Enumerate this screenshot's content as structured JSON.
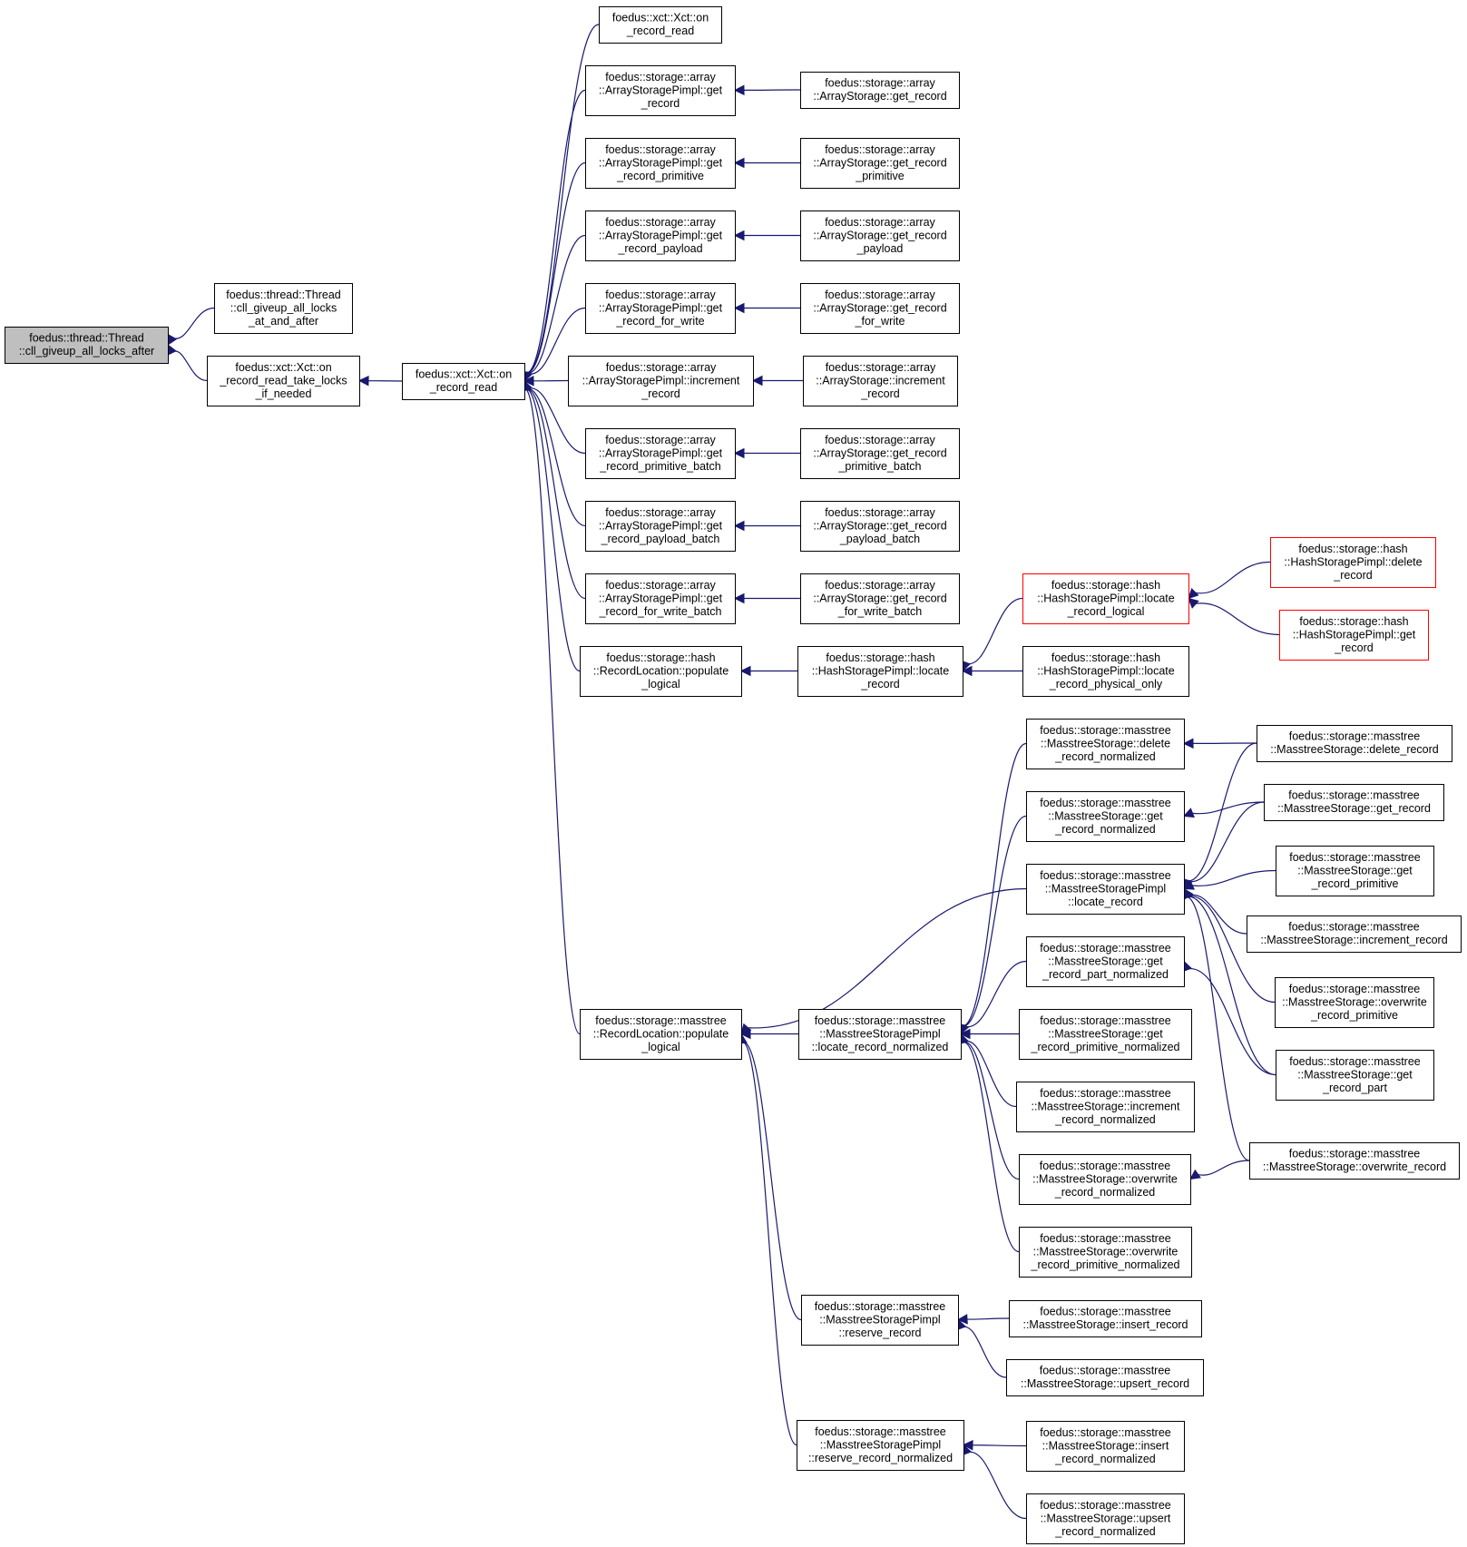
{
  "colors": {
    "edge": "#191970",
    "root_fill": "#bfbfbf",
    "red_border": "#ff0000"
  },
  "nodes": [
    {
      "id": "root",
      "lines": [
        "foedus::thread::Thread",
        "::cll_giveup_all_locks_after"
      ],
      "style": "root"
    },
    {
      "id": "cll_at_and_after",
      "lines": [
        "foedus::thread::Thread",
        "::cll_giveup_all_locks",
        "_at_and_after"
      ]
    },
    {
      "id": "on_read_take_locks",
      "lines": [
        "foedus::xct::Xct::on",
        "_record_read_take_locks",
        "_if_needed"
      ]
    },
    {
      "id": "on_record_read",
      "lines": [
        "foedus::xct::Xct::on",
        "_record_read"
      ]
    },
    {
      "id": "on_record_read2",
      "lines": [
        "foedus::xct::Xct::on",
        "_record_read"
      ]
    },
    {
      "id": "asp_get_record",
      "lines": [
        "foedus::storage::array",
        "::ArrayStoragePimpl::get",
        "_record"
      ]
    },
    {
      "id": "as_get_record",
      "lines": [
        "foedus::storage::array",
        "::ArrayStorage::get_record"
      ]
    },
    {
      "id": "asp_get_record_primitive",
      "lines": [
        "foedus::storage::array",
        "::ArrayStoragePimpl::get",
        "_record_primitive"
      ]
    },
    {
      "id": "as_get_record_primitive",
      "lines": [
        "foedus::storage::array",
        "::ArrayStorage::get_record",
        "_primitive"
      ]
    },
    {
      "id": "asp_get_record_payload",
      "lines": [
        "foedus::storage::array",
        "::ArrayStoragePimpl::get",
        "_record_payload"
      ]
    },
    {
      "id": "as_get_record_payload",
      "lines": [
        "foedus::storage::array",
        "::ArrayStorage::get_record",
        "_payload"
      ]
    },
    {
      "id": "asp_get_record_for_write",
      "lines": [
        "foedus::storage::array",
        "::ArrayStoragePimpl::get",
        "_record_for_write"
      ]
    },
    {
      "id": "as_get_record_for_write",
      "lines": [
        "foedus::storage::array",
        "::ArrayStorage::get_record",
        "_for_write"
      ]
    },
    {
      "id": "asp_increment_record",
      "lines": [
        "foedus::storage::array",
        "::ArrayStoragePimpl::increment",
        "_record"
      ]
    },
    {
      "id": "as_increment_record",
      "lines": [
        "foedus::storage::array",
        "::ArrayStorage::increment",
        "_record"
      ]
    },
    {
      "id": "asp_get_record_primitive_batch",
      "lines": [
        "foedus::storage::array",
        "::ArrayStoragePimpl::get",
        "_record_primitive_batch"
      ]
    },
    {
      "id": "as_get_record_primitive_batch",
      "lines": [
        "foedus::storage::array",
        "::ArrayStorage::get_record",
        "_primitive_batch"
      ]
    },
    {
      "id": "asp_get_record_payload_batch",
      "lines": [
        "foedus::storage::array",
        "::ArrayStoragePimpl::get",
        "_record_payload_batch"
      ]
    },
    {
      "id": "as_get_record_payload_batch",
      "lines": [
        "foedus::storage::array",
        "::ArrayStorage::get_record",
        "_payload_batch"
      ]
    },
    {
      "id": "asp_get_record_for_write_batch",
      "lines": [
        "foedus::storage::array",
        "::ArrayStoragePimpl::get",
        "_record_for_write_batch"
      ]
    },
    {
      "id": "as_get_record_for_write_batch",
      "lines": [
        "foedus::storage::array",
        "::ArrayStorage::get_record",
        "_for_write_batch"
      ]
    },
    {
      "id": "hash_rl_populate",
      "lines": [
        "foedus::storage::hash",
        "::RecordLocation::populate",
        "_logical"
      ]
    },
    {
      "id": "hsp_locate_record",
      "lines": [
        "foedus::storage::hash",
        "::HashStoragePimpl::locate",
        "_record"
      ]
    },
    {
      "id": "hsp_locate_record_logical",
      "lines": [
        "foedus::storage::hash",
        "::HashStoragePimpl::locate",
        "_record_logical"
      ],
      "style": "red"
    },
    {
      "id": "hsp_locate_record_physical_only",
      "lines": [
        "foedus::storage::hash",
        "::HashStoragePimpl::locate",
        "_record_physical_only"
      ]
    },
    {
      "id": "hsp_delete_record",
      "lines": [
        "foedus::storage::hash",
        "::HashStoragePimpl::delete",
        "_record"
      ],
      "style": "red"
    },
    {
      "id": "hsp_get_record",
      "lines": [
        "foedus::storage::hash",
        "::HashStoragePimpl::get",
        "_record"
      ],
      "style": "red"
    },
    {
      "id": "ms_rl_populate",
      "lines": [
        "foedus::storage::masstree",
        "::RecordLocation::populate",
        "_logical"
      ]
    },
    {
      "id": "msp_locate_record_normalized",
      "lines": [
        "foedus::storage::masstree",
        "::MasstreeStoragePimpl",
        "::locate_record_normalized"
      ]
    },
    {
      "id": "ms_delete_record_normalized",
      "lines": [
        "foedus::storage::masstree",
        "::MasstreeStorage::delete",
        "_record_normalized"
      ]
    },
    {
      "id": "ms_get_record_normalized",
      "lines": [
        "foedus::storage::masstree",
        "::MasstreeStorage::get",
        "_record_normalized"
      ]
    },
    {
      "id": "msp_locate_record",
      "lines": [
        "foedus::storage::masstree",
        "::MasstreeStoragePimpl",
        "::locate_record"
      ]
    },
    {
      "id": "ms_get_record_part_normalized",
      "lines": [
        "foedus::storage::masstree",
        "::MasstreeStorage::get",
        "_record_part_normalized"
      ]
    },
    {
      "id": "ms_get_record_primitive_normalized",
      "lines": [
        "foedus::storage::masstree",
        "::MasstreeStorage::get",
        "_record_primitive_normalized"
      ]
    },
    {
      "id": "ms_increment_record_normalized",
      "lines": [
        "foedus::storage::masstree",
        "::MasstreeStorage::increment",
        "_record_normalized"
      ]
    },
    {
      "id": "ms_overwrite_record_normalized",
      "lines": [
        "foedus::storage::masstree",
        "::MasstreeStorage::overwrite",
        "_record_normalized"
      ]
    },
    {
      "id": "ms_overwrite_record_primitive_normalized",
      "lines": [
        "foedus::storage::masstree",
        "::MasstreeStorage::overwrite",
        "_record_primitive_normalized"
      ]
    },
    {
      "id": "ms_delete_record",
      "lines": [
        "foedus::storage::masstree",
        "::MasstreeStorage::delete_record"
      ]
    },
    {
      "id": "ms_get_record",
      "lines": [
        "foedus::storage::masstree",
        "::MasstreeStorage::get_record"
      ]
    },
    {
      "id": "ms_get_record_primitive",
      "lines": [
        "foedus::storage::masstree",
        "::MasstreeStorage::get",
        "_record_primitive"
      ]
    },
    {
      "id": "ms_increment_record",
      "lines": [
        "foedus::storage::masstree",
        "::MasstreeStorage::increment_record"
      ]
    },
    {
      "id": "ms_overwrite_record_primitive",
      "lines": [
        "foedus::storage::masstree",
        "::MasstreeStorage::overwrite",
        "_record_primitive"
      ]
    },
    {
      "id": "ms_get_record_part",
      "lines": [
        "foedus::storage::masstree",
        "::MasstreeStorage::get",
        "_record_part"
      ]
    },
    {
      "id": "ms_overwrite_record",
      "lines": [
        "foedus::storage::masstree",
        "::MasstreeStorage::overwrite_record"
      ]
    },
    {
      "id": "msp_reserve_record",
      "lines": [
        "foedus::storage::masstree",
        "::MasstreeStoragePimpl",
        "::reserve_record"
      ]
    },
    {
      "id": "ms_insert_record",
      "lines": [
        "foedus::storage::masstree",
        "::MasstreeStorage::insert_record"
      ]
    },
    {
      "id": "ms_upsert_record",
      "lines": [
        "foedus::storage::masstree",
        "::MasstreeStorage::upsert_record"
      ]
    },
    {
      "id": "msp_reserve_record_normalized",
      "lines": [
        "foedus::storage::masstree",
        "::MasstreeStoragePimpl",
        "::reserve_record_normalized"
      ]
    },
    {
      "id": "ms_insert_record_normalized",
      "lines": [
        "foedus::storage::masstree",
        "::MasstreeStorage::insert",
        "_record_normalized"
      ]
    },
    {
      "id": "ms_upsert_record_normalized",
      "lines": [
        "foedus::storage::masstree",
        "::MasstreeStorage::upsert",
        "_record_normalized"
      ]
    }
  ],
  "edges": [
    {
      "from": "cll_at_and_after",
      "to": "root"
    },
    {
      "from": "on_read_take_locks",
      "to": "root"
    },
    {
      "from": "on_record_read",
      "to": "on_read_take_locks"
    },
    {
      "from": "on_record_read2",
      "to": "on_record_read"
    },
    {
      "from": "asp_get_record",
      "to": "on_record_read"
    },
    {
      "from": "asp_get_record_primitive",
      "to": "on_record_read"
    },
    {
      "from": "asp_get_record_payload",
      "to": "on_record_read"
    },
    {
      "from": "asp_get_record_for_write",
      "to": "on_record_read"
    },
    {
      "from": "asp_increment_record",
      "to": "on_record_read"
    },
    {
      "from": "asp_get_record_primitive_batch",
      "to": "on_record_read"
    },
    {
      "from": "asp_get_record_payload_batch",
      "to": "on_record_read"
    },
    {
      "from": "asp_get_record_for_write_batch",
      "to": "on_record_read"
    },
    {
      "from": "hash_rl_populate",
      "to": "on_record_read"
    },
    {
      "from": "ms_rl_populate",
      "to": "on_record_read"
    },
    {
      "from": "as_get_record",
      "to": "asp_get_record"
    },
    {
      "from": "as_get_record_primitive",
      "to": "asp_get_record_primitive"
    },
    {
      "from": "as_get_record_payload",
      "to": "asp_get_record_payload"
    },
    {
      "from": "as_get_record_for_write",
      "to": "asp_get_record_for_write"
    },
    {
      "from": "as_increment_record",
      "to": "asp_increment_record"
    },
    {
      "from": "as_get_record_primitive_batch",
      "to": "asp_get_record_primitive_batch"
    },
    {
      "from": "as_get_record_payload_batch",
      "to": "asp_get_record_payload_batch"
    },
    {
      "from": "as_get_record_for_write_batch",
      "to": "asp_get_record_for_write_batch"
    },
    {
      "from": "hsp_locate_record",
      "to": "hash_rl_populate"
    },
    {
      "from": "hsp_locate_record_logical",
      "to": "hsp_locate_record"
    },
    {
      "from": "hsp_locate_record_physical_only",
      "to": "hsp_locate_record"
    },
    {
      "from": "hsp_delete_record",
      "to": "hsp_locate_record_logical"
    },
    {
      "from": "hsp_get_record",
      "to": "hsp_locate_record_logical"
    },
    {
      "from": "msp_locate_record_normalized",
      "to": "ms_rl_populate"
    },
    {
      "from": "msp_locate_record",
      "to": "ms_rl_populate"
    },
    {
      "from": "msp_reserve_record",
      "to": "ms_rl_populate"
    },
    {
      "from": "msp_reserve_record_normalized",
      "to": "ms_rl_populate"
    },
    {
      "from": "ms_delete_record_normalized",
      "to": "msp_locate_record_normalized"
    },
    {
      "from": "ms_get_record_normalized",
      "to": "msp_locate_record_normalized"
    },
    {
      "from": "ms_get_record_part_normalized",
      "to": "msp_locate_record_normalized"
    },
    {
      "from": "ms_get_record_primitive_normalized",
      "to": "msp_locate_record_normalized"
    },
    {
      "from": "ms_increment_record_normalized",
      "to": "msp_locate_record_normalized"
    },
    {
      "from": "ms_overwrite_record_normalized",
      "to": "msp_locate_record_normalized"
    },
    {
      "from": "ms_overwrite_record_primitive_normalized",
      "to": "msp_locate_record_normalized"
    },
    {
      "from": "ms_delete_record",
      "to": "ms_delete_record_normalized"
    },
    {
      "from": "ms_get_record",
      "to": "ms_get_record_normalized"
    },
    {
      "from": "ms_delete_record",
      "to": "msp_locate_record"
    },
    {
      "from": "ms_get_record",
      "to": "msp_locate_record"
    },
    {
      "from": "ms_get_record_primitive",
      "to": "msp_locate_record"
    },
    {
      "from": "ms_increment_record",
      "to": "msp_locate_record"
    },
    {
      "from": "ms_overwrite_record_primitive",
      "to": "msp_locate_record"
    },
    {
      "from": "ms_get_record_part",
      "to": "msp_locate_record"
    },
    {
      "from": "ms_overwrite_record",
      "to": "msp_locate_record"
    },
    {
      "from": "ms_get_record_part",
      "to": "ms_get_record_part_normalized"
    },
    {
      "from": "ms_overwrite_record",
      "to": "ms_overwrite_record_normalized"
    },
    {
      "from": "ms_insert_record",
      "to": "msp_reserve_record"
    },
    {
      "from": "ms_upsert_record",
      "to": "msp_reserve_record"
    },
    {
      "from": "ms_insert_record_normalized",
      "to": "msp_reserve_record_normalized"
    },
    {
      "from": "ms_upsert_record_normalized",
      "to": "msp_reserve_record_normalized"
    }
  ]
}
